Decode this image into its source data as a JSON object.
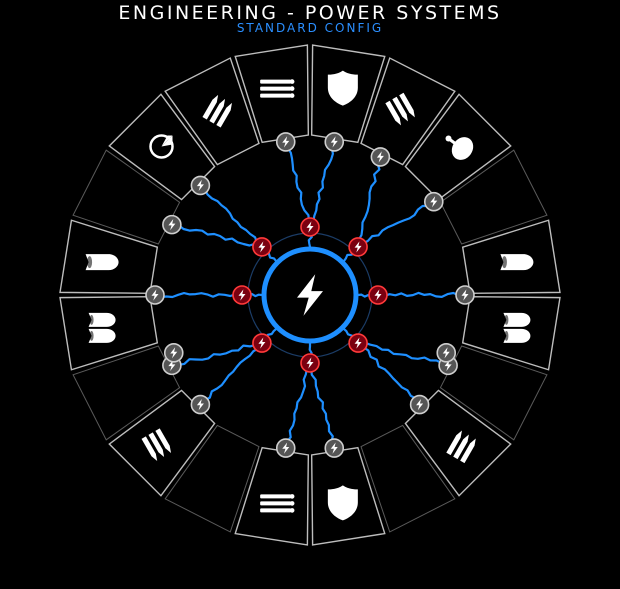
{
  "header": {
    "title": "ENGINEERING - POWER SYSTEMS",
    "subtitle": "STANDARD CONFIG"
  },
  "colors": {
    "accent": "#2b8fff",
    "wire": "#1e8fff",
    "core_ring": "#1e8fff",
    "red_node": "#7a0010",
    "red_node_ring": "#ff3a3a",
    "grey_node": "#555555",
    "segment_outline": "#bdbdbd"
  },
  "reactor": {
    "icon": "lightning-bolt-icon"
  },
  "systems": [
    {
      "id": "top-left-beam",
      "icon": "beam-weapon-icon"
    },
    {
      "id": "top-shield",
      "icon": "shield-icon"
    },
    {
      "id": "upper-right-missiles",
      "icon": "missile-rack-icon"
    },
    {
      "id": "right-sensor",
      "icon": "sensor-dish-icon"
    },
    {
      "id": "right-engine",
      "icon": "thruster-icon"
    },
    {
      "id": "lower-right-engines",
      "icon": "twin-thruster-icon"
    },
    {
      "id": "lower-right-missiles",
      "icon": "missile-rack-icon"
    },
    {
      "id": "bottom-shield",
      "icon": "shield-icon"
    },
    {
      "id": "bottom-beam",
      "icon": "beam-weapon-icon"
    },
    {
      "id": "lower-left-missiles",
      "icon": "missile-rack-icon"
    },
    {
      "id": "left-engines",
      "icon": "twin-thruster-icon"
    },
    {
      "id": "left-engine",
      "icon": "thruster-icon"
    },
    {
      "id": "upper-left-gauge",
      "icon": "gauge-dial-icon"
    },
    {
      "id": "upper-left-missiles",
      "icon": "missile-rack-icon"
    }
  ],
  "power_nodes": {
    "grey_icon": "power-link-icon",
    "red_icon": "power-output-icon"
  }
}
